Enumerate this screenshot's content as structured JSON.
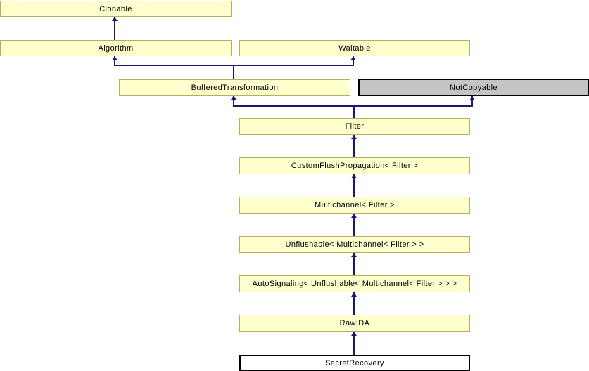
{
  "diagram": {
    "type": "class-inheritance-graph",
    "colors": {
      "documented_fill": "#ffffce",
      "documented_border": "#b0b05e",
      "undocumented_fill": "#c5c5c5",
      "undocumented_border": "#000000",
      "current_fill": "#ffffff",
      "current_border": "#000000",
      "edge": "#191970",
      "text": "#000000",
      "background": "#ffffff"
    },
    "nodes": [
      {
        "id": "clonable",
        "label": "Clonable",
        "kind": "documented"
      },
      {
        "id": "algorithm",
        "label": "Algorithm",
        "kind": "documented"
      },
      {
        "id": "waitable",
        "label": "Waitable",
        "kind": "documented"
      },
      {
        "id": "buffered-transformation",
        "label": "BufferedTransformation",
        "kind": "documented"
      },
      {
        "id": "not-copyable",
        "label": "NotCopyable",
        "kind": "undocumented"
      },
      {
        "id": "filter",
        "label": "Filter",
        "kind": "documented"
      },
      {
        "id": "custom-flush-propagation",
        "label": "CustomFlushPropagation< Filter >",
        "kind": "documented"
      },
      {
        "id": "multichannel",
        "label": "Multichannel< Filter >",
        "kind": "documented"
      },
      {
        "id": "unflushable",
        "label": "Unflushable< Multichannel< Filter > >",
        "kind": "documented"
      },
      {
        "id": "auto-signaling",
        "label": "AutoSignaling< Unflushable< Multichannel< Filter > > >",
        "kind": "documented"
      },
      {
        "id": "raw-ida",
        "label": "RawIDA",
        "kind": "documented"
      },
      {
        "id": "secret-recovery",
        "label": "SecretRecovery",
        "kind": "current"
      }
    ],
    "edges": [
      {
        "from": "algorithm",
        "to": "clonable"
      },
      {
        "from": "buffered-transformation",
        "to": "algorithm"
      },
      {
        "from": "buffered-transformation",
        "to": "waitable"
      },
      {
        "from": "filter",
        "to": "buffered-transformation"
      },
      {
        "from": "filter",
        "to": "not-copyable"
      },
      {
        "from": "custom-flush-propagation",
        "to": "filter"
      },
      {
        "from": "multichannel",
        "to": "custom-flush-propagation"
      },
      {
        "from": "unflushable",
        "to": "multichannel"
      },
      {
        "from": "auto-signaling",
        "to": "unflushable"
      },
      {
        "from": "raw-ida",
        "to": "auto-signaling"
      },
      {
        "from": "secret-recovery",
        "to": "raw-ida"
      }
    ]
  }
}
